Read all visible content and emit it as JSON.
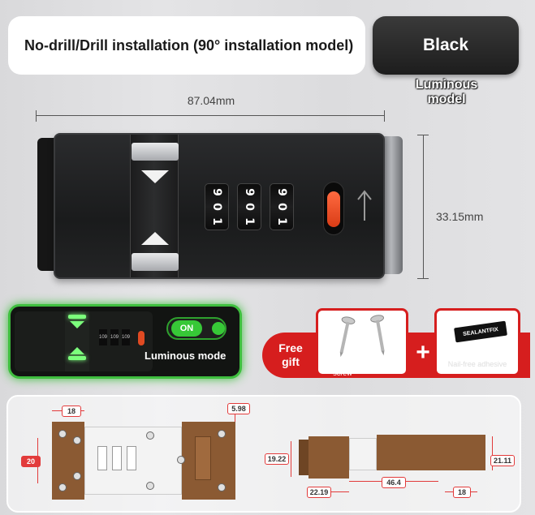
{
  "header": {
    "title": "No-drill/Drill installation (90° installation model)",
    "color_option": "Black",
    "model_note": "Luminous model"
  },
  "dimensions": {
    "width": "87.04mm",
    "height": "33.15mm"
  },
  "lock": {
    "dials": [
      "9",
      "0",
      "1"
    ]
  },
  "luminous": {
    "toggle_label": "ON",
    "mode_label": "Luminous mode",
    "mini_dials": [
      "109",
      "109",
      "109"
    ]
  },
  "gift": {
    "label": "Free gift",
    "item1_caption": "screw",
    "item2_caption": "Nail-free adhesive",
    "item2_brand": "SEALANTFIX",
    "plus": "+"
  },
  "diagram": {
    "front": {
      "top": "18",
      "top_right": "5.98",
      "left": "20"
    },
    "side": {
      "left": "19.22",
      "bottom_left": "22.19",
      "middle": "46.4",
      "bottom_right": "18",
      "right": "21.11"
    }
  },
  "colors": {
    "accent_red": "#d61e1e",
    "luminous_green": "#3fbf3f",
    "lock_black": "#1a1b1c",
    "knob_orange": "#e04a22",
    "diagram_brown": "#8b5a33"
  }
}
